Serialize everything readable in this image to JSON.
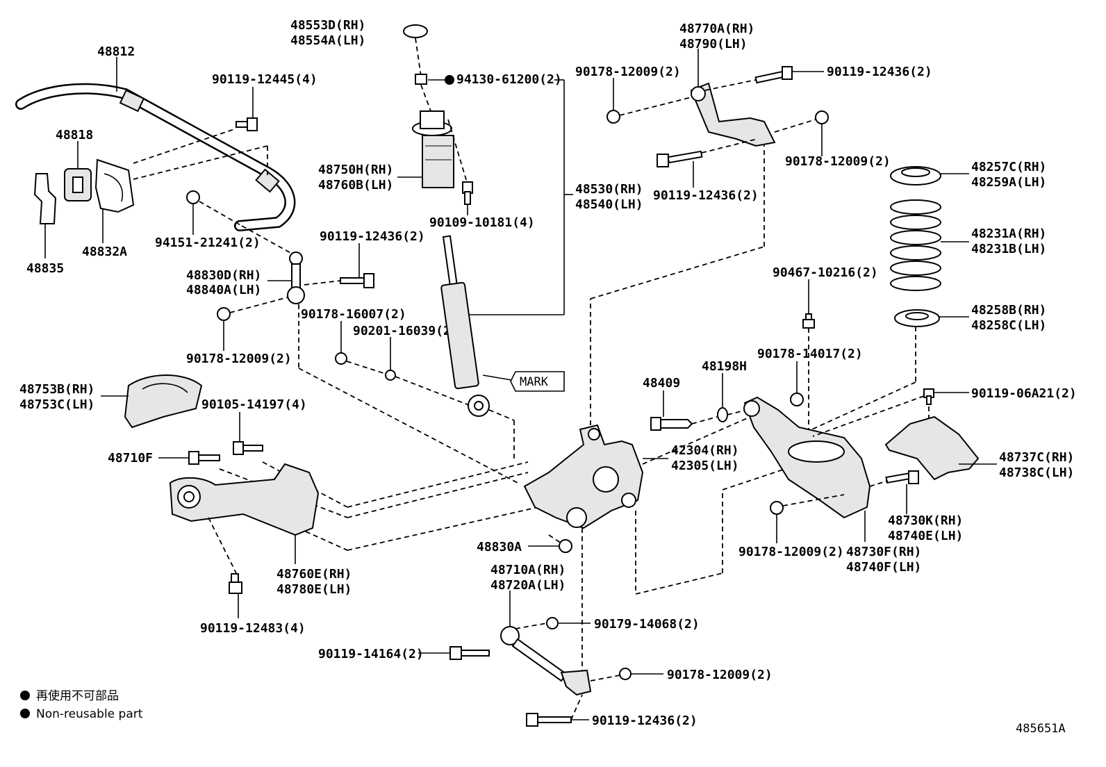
{
  "diagram_id": "485651A",
  "legend": {
    "jp": "再使用不可部品",
    "en": "Non-reusable part"
  },
  "labels": {
    "p48812": "48812",
    "p90119_12445": "90119-12445(4)",
    "p48818": "48818",
    "p48832A": "48832A",
    "p48835": "48835",
    "p94151": "94151-21241(2)",
    "p48830D": "48830D(RH)",
    "p48840A": "48840A(LH)",
    "p90119_12436_a": "90119-12436(2)",
    "p90178_12009_a": "90178-12009(2)",
    "p90178_16007": "90178-16007(2)",
    "p90201": "90201-16039(2)",
    "p48553D": "48553D(RH)",
    "p48554A": "48554A(LH)",
    "p94130": "94130-61200(2)",
    "p48750H": "48750H(RH)",
    "p48760B": "48760B(LH)",
    "p90109": "90109-10181(4)",
    "p48530": "48530(RH)",
    "p48540": "48540(LH)",
    "mark": "MARK",
    "p48753B": "48753B(RH)",
    "p48753C": "48753C(LH)",
    "p90105": "90105-14197(4)",
    "p48710F": "48710F",
    "p48760E": "48760E(RH)",
    "p48780E": "48780E(LH)",
    "p90119_12483": "90119-12483(4)",
    "p48830A": "48830A",
    "p48710A": "48710A(RH)",
    "p48720A": "48720A(LH)",
    "p90179": "90179-14068(2)",
    "p90119_14164": "90119-14164(2)",
    "p90178_12009_b": "90178-12009(2)",
    "p90119_12436_b": "90119-12436(2)",
    "p48770A": "48770A(RH)",
    "p48790": "48790(LH)",
    "p90178_12009_c": "90178-12009(2)",
    "p90119_12436_c": "90119-12436(2)",
    "p90178_12009_d": "90178-12009(2)",
    "p90119_12436_d": "90119-12436(2)",
    "p48257C": "48257C(RH)",
    "p48259A": "48259A(LH)",
    "p48231A": "48231A(RH)",
    "p48231B": "48231B(LH)",
    "p90467": "90467-10216(2)",
    "p48258B": "48258B(RH)",
    "p48258C": "48258C(LH)",
    "p90178_14017": "90178-14017(2)",
    "p48409": "48409",
    "p48198H": "48198H",
    "p90119_06A21": "90119-06A21(2)",
    "p42304": "42304(RH)",
    "p42305": "42305(LH)",
    "p48737C": "48737C(RH)",
    "p48738C": "48738C(LH)",
    "p48730K": "48730K(RH)",
    "p48740E": "48740E(LH)",
    "p48730F": "48730F(RH)",
    "p48740F": "48740F(LH)",
    "p90178_12009_e": "90178-12009(2)"
  }
}
